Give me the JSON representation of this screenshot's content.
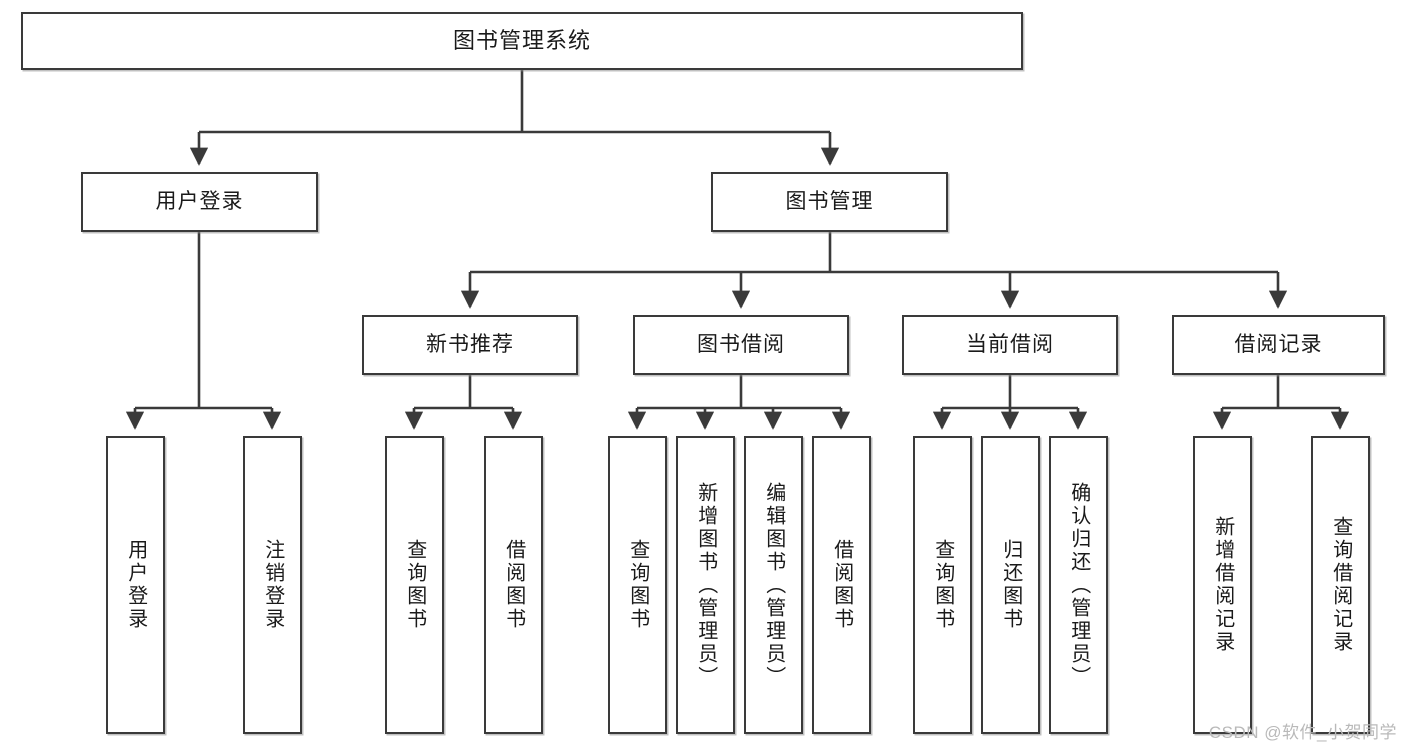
{
  "diagram": {
    "title": "图书管理系统",
    "type": "tree-hierarchy-chart",
    "root": {
      "label": "图书管理系统"
    },
    "level2": [
      {
        "label": "用户登录"
      },
      {
        "label": "图书管理"
      }
    ],
    "level3": [
      {
        "label": "新书推荐"
      },
      {
        "label": "图书借阅"
      },
      {
        "label": "当前借阅"
      },
      {
        "label": "借阅记录"
      }
    ],
    "leaves": {
      "user_login": [
        {
          "label": "用户登录"
        },
        {
          "label": "注销登录"
        }
      ],
      "new_book_recommend": [
        {
          "label": "查询图书"
        },
        {
          "label": "借阅图书"
        }
      ],
      "book_borrow": [
        {
          "label": "查询图书"
        },
        {
          "label": "新增图书（管理员）"
        },
        {
          "label": "编辑图书（管理员）"
        },
        {
          "label": "借阅图书"
        }
      ],
      "current_borrow": [
        {
          "label": "查询图书"
        },
        {
          "label": "归还图书"
        },
        {
          "label": "确认归还（管理员）"
        }
      ],
      "borrow_record": [
        {
          "label": "新增借阅记录"
        },
        {
          "label": "查询借阅记录"
        }
      ]
    }
  },
  "watermark": {
    "text": "CSDN @软件_小贺同学"
  },
  "colors": {
    "border": "#3a3a3a",
    "background": "#ffffff",
    "text": "#1a1a1a",
    "watermark": "#b9b9b9"
  }
}
